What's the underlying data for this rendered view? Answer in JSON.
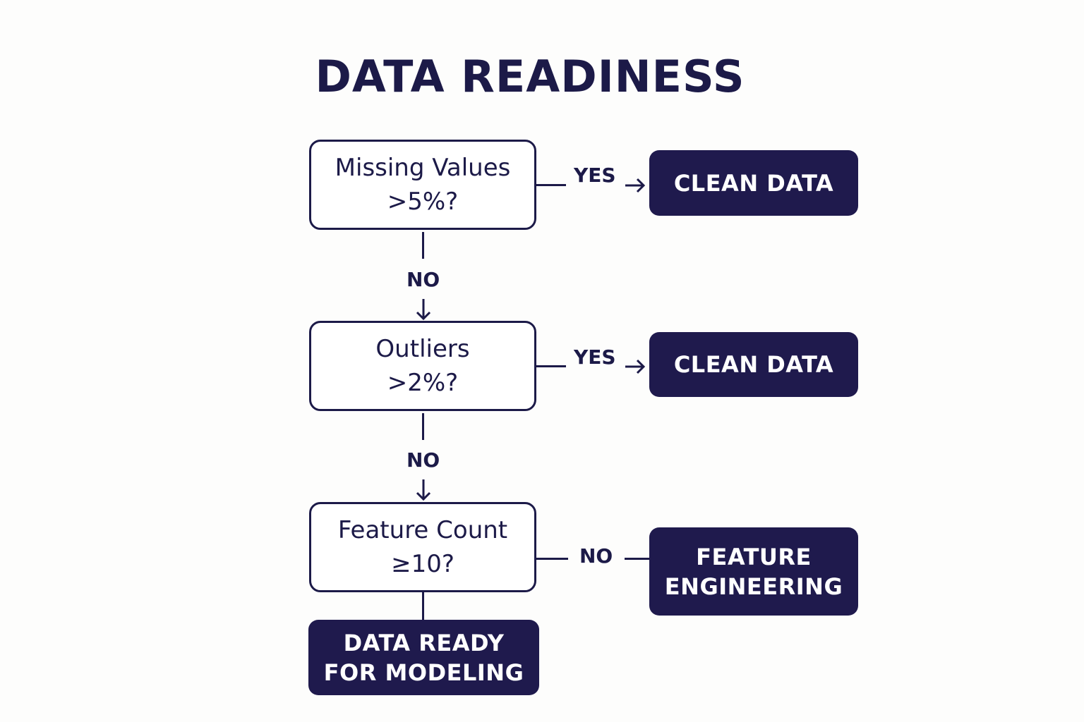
{
  "title": "DATA READINESS",
  "colors": {
    "primary": "#1c1a48",
    "outcome_fill": "#1f1a4d",
    "background": "#fdfdfc"
  },
  "nodes": {
    "missing_values": {
      "line1": "Missing Values",
      "line2": ">5%?"
    },
    "outliers": {
      "line1": "Outliers",
      "line2": ">2%?"
    },
    "feature_count": {
      "line1": "Feature Count",
      "line2": "≥10?"
    },
    "clean_data_1": {
      "label": "CLEAN DATA"
    },
    "clean_data_2": {
      "label": "CLEAN DATA"
    },
    "feature_engineering": {
      "line1": "FEATURE",
      "line2": "ENGINEERING"
    },
    "data_ready": {
      "line1": "DATA READY",
      "line2": "FOR MODELING"
    }
  },
  "edges": {
    "missing_yes": "YES",
    "missing_no": "NO",
    "outliers_yes": "YES",
    "outliers_no": "NO",
    "feature_no": "NO"
  }
}
